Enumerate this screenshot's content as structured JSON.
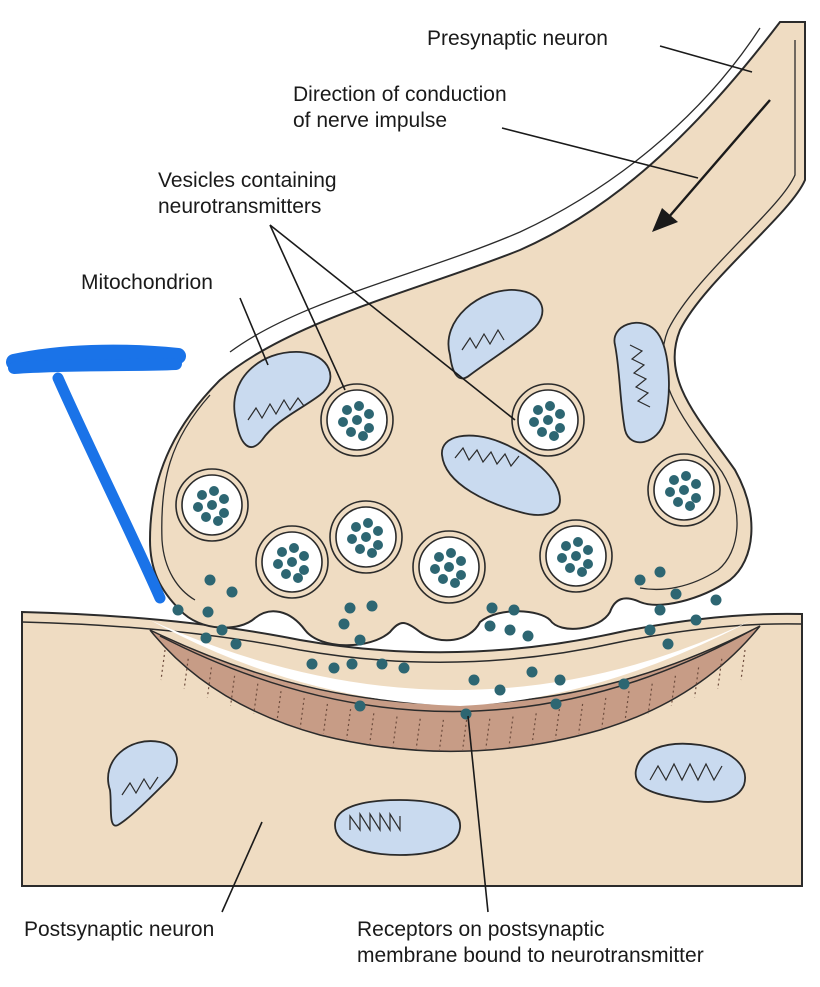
{
  "labels": {
    "presynaptic": "Presynaptic neuron",
    "direction": [
      "Direction of conduction",
      "of nerve impulse"
    ],
    "vesicles": [
      "Vesicles containing",
      "neurotransmitters"
    ],
    "mitochondrion": "Mitochondrion",
    "postsynaptic": "Postsynaptic neuron",
    "receptors": [
      "Receptors on postsynaptic",
      "membrane bound to neurotransmitter"
    ]
  },
  "colors": {
    "cytoplasm": "#efdcc2",
    "cleft_receptor_zone": "#c79c86",
    "mitochondrion": "#c9daef",
    "vesicle_fill": "#ffffff",
    "neurotransmitter": "#2d6672",
    "outline": "#2b2b2b",
    "annotation_mark": "#1a73e8"
  }
}
